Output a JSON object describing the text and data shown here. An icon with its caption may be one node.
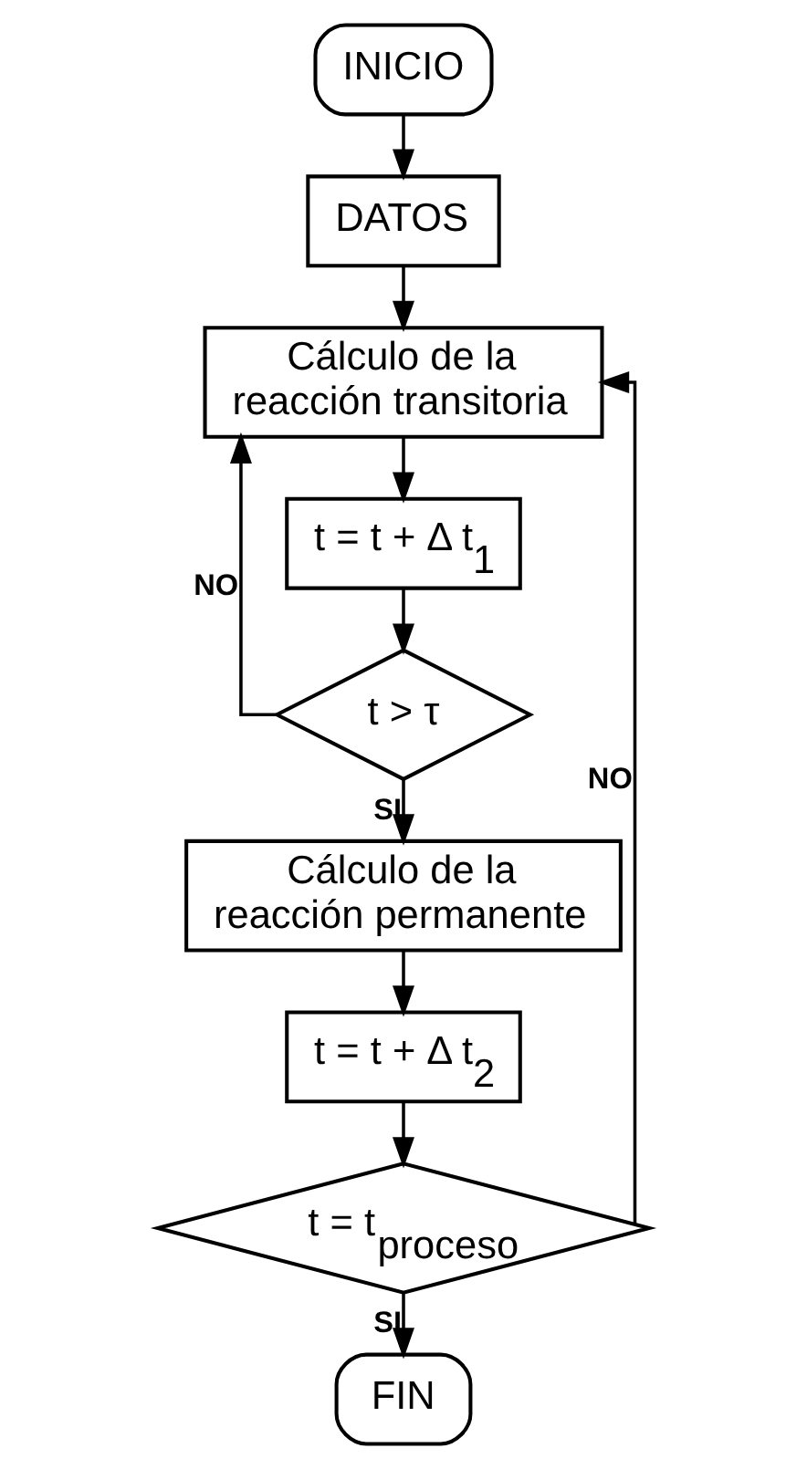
{
  "diagram": {
    "nodes": [
      {
        "text": [
          "INICIO"
        ]
      },
      {
        "text": [
          "DATOS"
        ]
      },
      {
        "text": [
          "Cálculo de la reacción transitoria"
        ]
      },
      {
        "text": [
          "t = t + Δ t$_{1}$"
        ]
      },
      {
        "text": [
          "t > τ"
        ]
      },
      {
        "text": [
          "Cálculo de la reacción permanente"
        ]
      },
      {
        "text": [
          "t = t + Δ t$_{2}$"
        ]
      },
      {
        "text": [
          "t = t$_{proceso}$"
        ]
      },
      {
        "text": [
          "FIN"
        ]
      }
    ],
    "edges": [
      {
        "from": 0,
        "to": 1,
        "arrow": "to"
      },
      {
        "from": 1,
        "to": 2,
        "arrow": "to"
      },
      {
        "from": 2,
        "to": 3,
        "arrow": "to"
      },
      {
        "from": 3,
        "to": 4,
        "arrow": "to"
      },
      {
        "from": 4,
        "to": 2,
        "arrow": "to",
        "label": "NO"
      },
      {
        "from": 4,
        "to": 5,
        "arrow": "to",
        "label": "SI"
      },
      {
        "from": 5,
        "to": 6,
        "arrow": "to"
      },
      {
        "from": 6,
        "to": 7,
        "arrow": "to"
      },
      {
        "from": 7,
        "to": 2,
        "arrow": "to",
        "label": "NO"
      },
      {
        "from": 7,
        "to": 8,
        "arrow": "to",
        "label": "SI"
      }
    ]
  }
}
